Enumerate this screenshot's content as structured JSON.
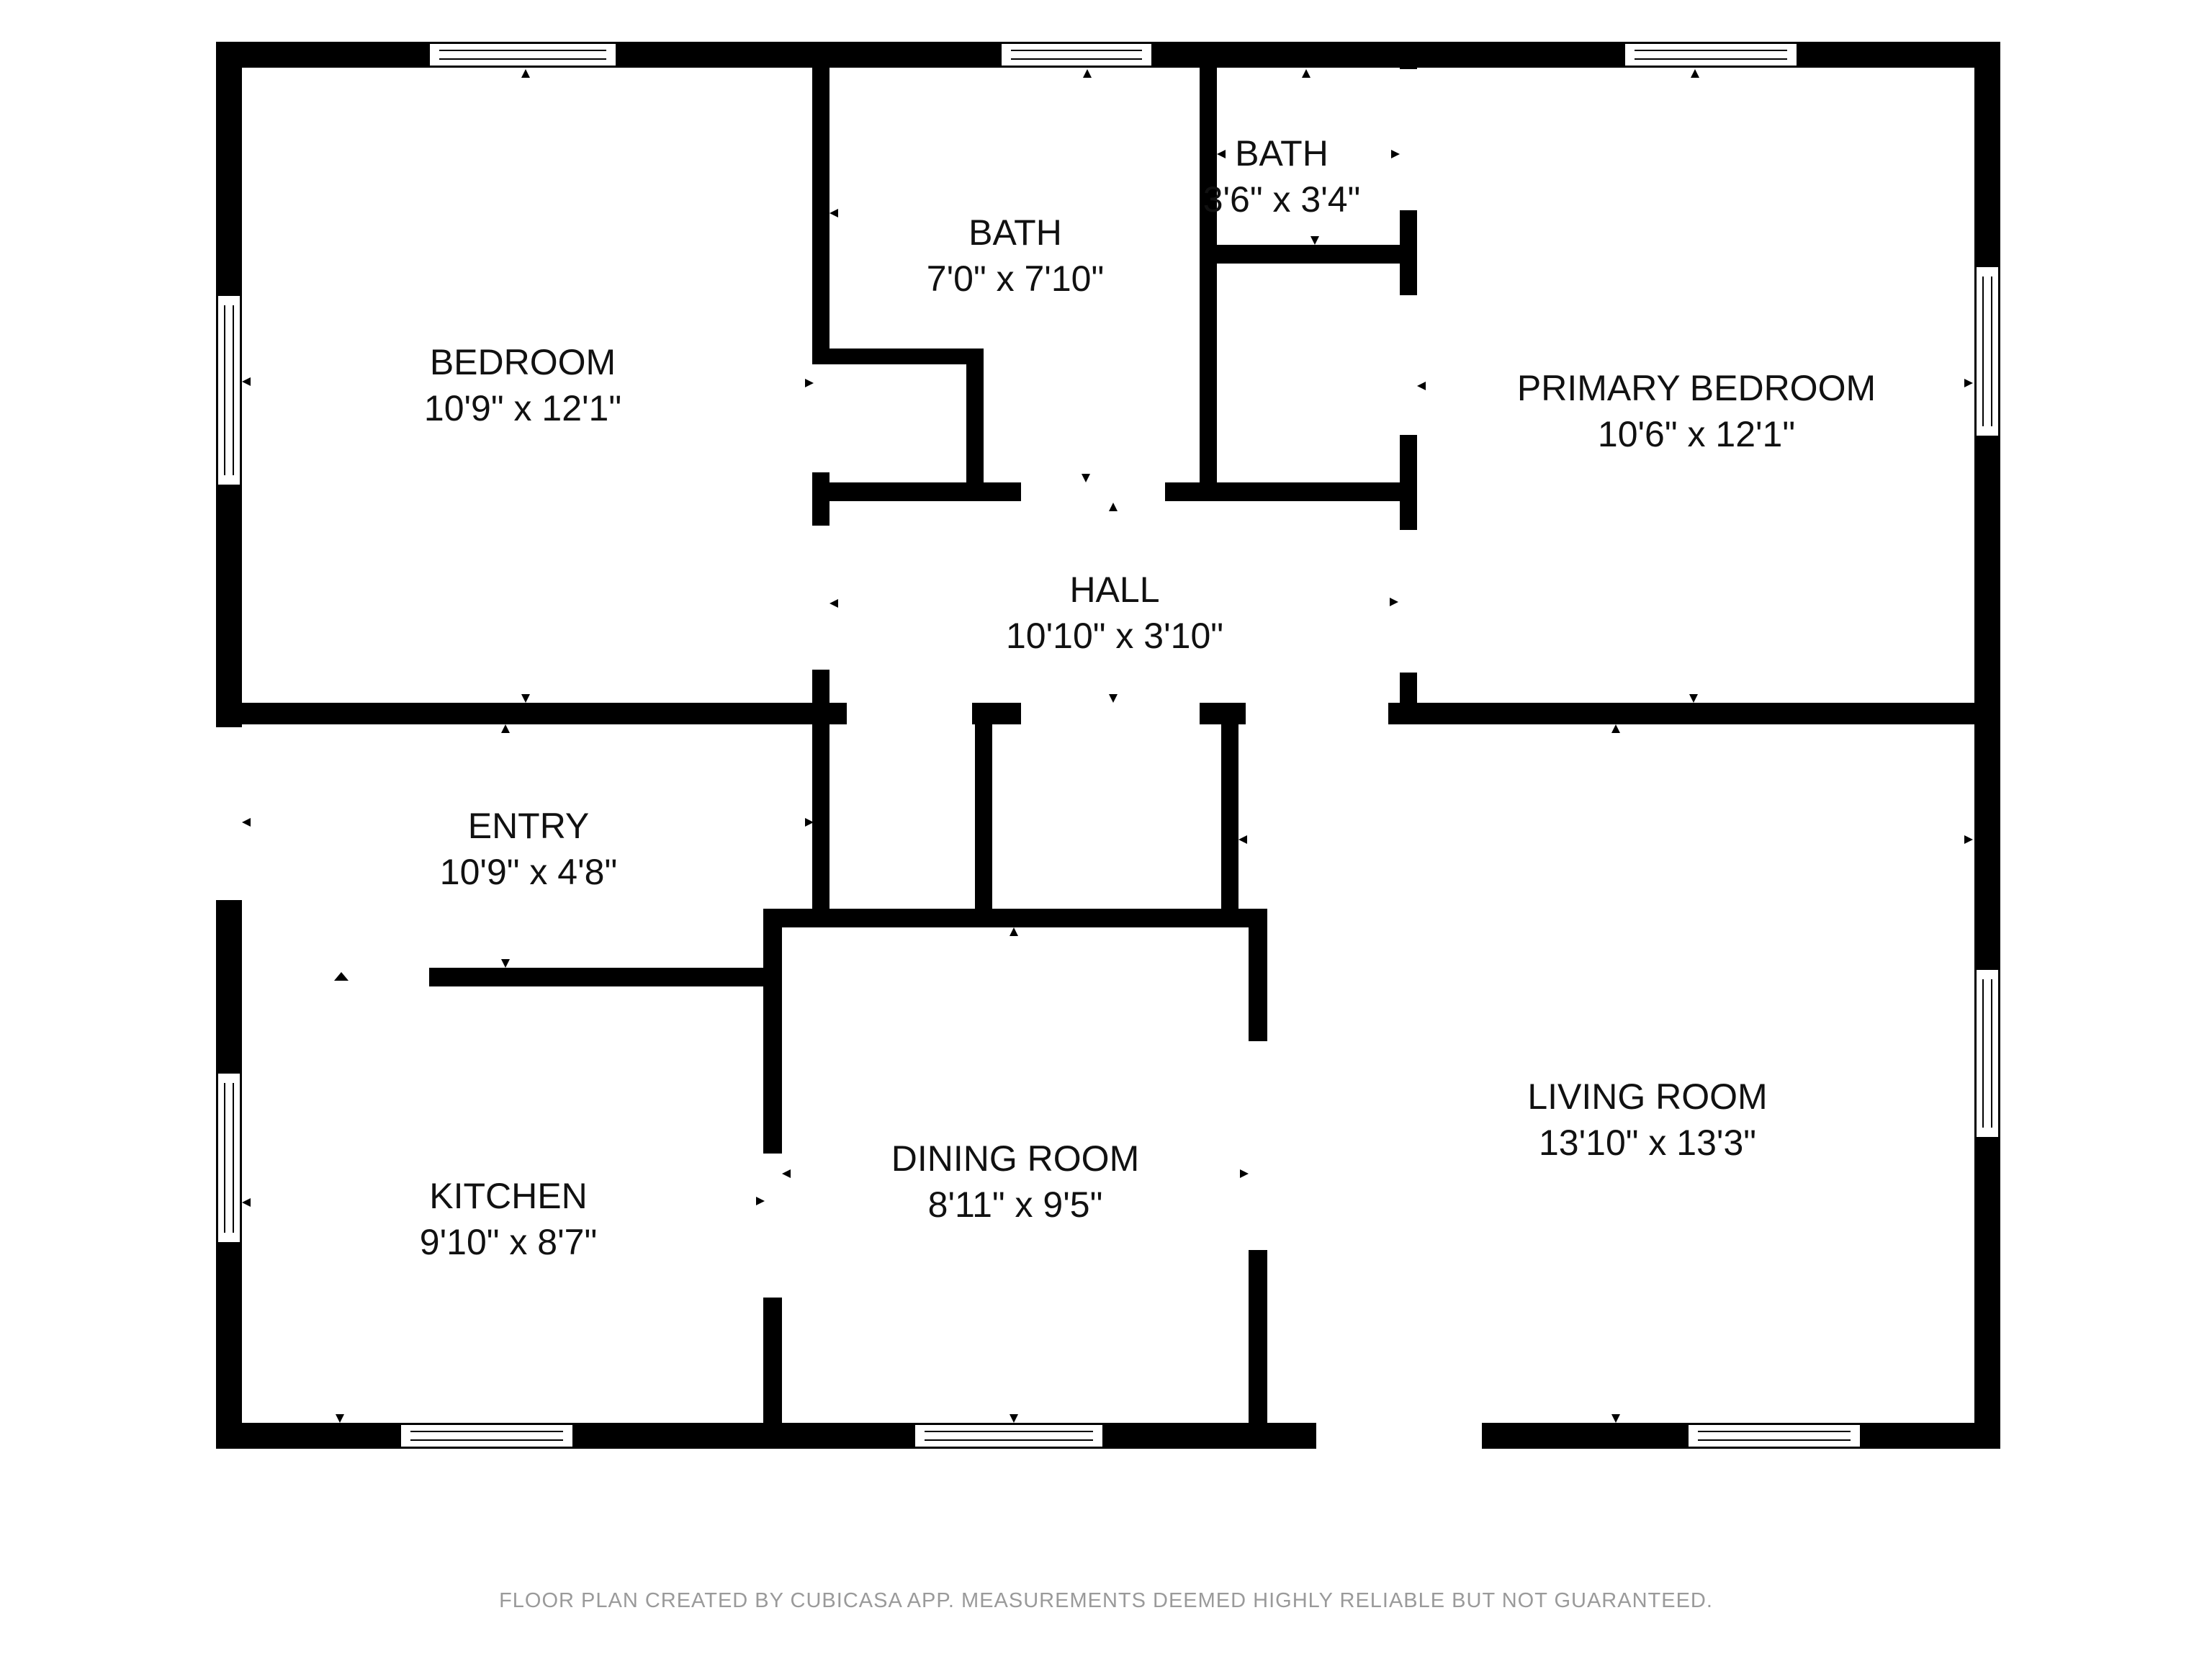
{
  "colors": {
    "wall": "#000000",
    "background": "#ffffff",
    "label": "#111111",
    "footer": "#9a9a9a"
  },
  "rooms": {
    "bedroom": {
      "name": "BEDROOM",
      "dims": "10'9\" x 12'1\""
    },
    "bath_main": {
      "name": "BATH",
      "dims": "7'0\" x 7'10\""
    },
    "bath_small": {
      "name": "BATH",
      "dims": "3'6\" x 3'4\""
    },
    "primary_bedroom": {
      "name": "PRIMARY BEDROOM",
      "dims": "10'6\" x 12'1\""
    },
    "hall": {
      "name": "HALL",
      "dims": "10'10\" x 3'10\""
    },
    "entry": {
      "name": "ENTRY",
      "dims": "10'9\" x 4'8\""
    },
    "kitchen": {
      "name": "KITCHEN",
      "dims": "9'10\" x 8'7\""
    },
    "dining_room": {
      "name": "DINING ROOM",
      "dims": "8'11\" x 9'5\""
    },
    "living_room": {
      "name": "LIVING ROOM",
      "dims": "13'10\" x 13'3\""
    }
  },
  "footer": {
    "note": "FLOOR PLAN CREATED BY CUBICASA APP. MEASUREMENTS DEEMED HIGHLY RELIABLE BUT NOT GUARANTEED."
  }
}
